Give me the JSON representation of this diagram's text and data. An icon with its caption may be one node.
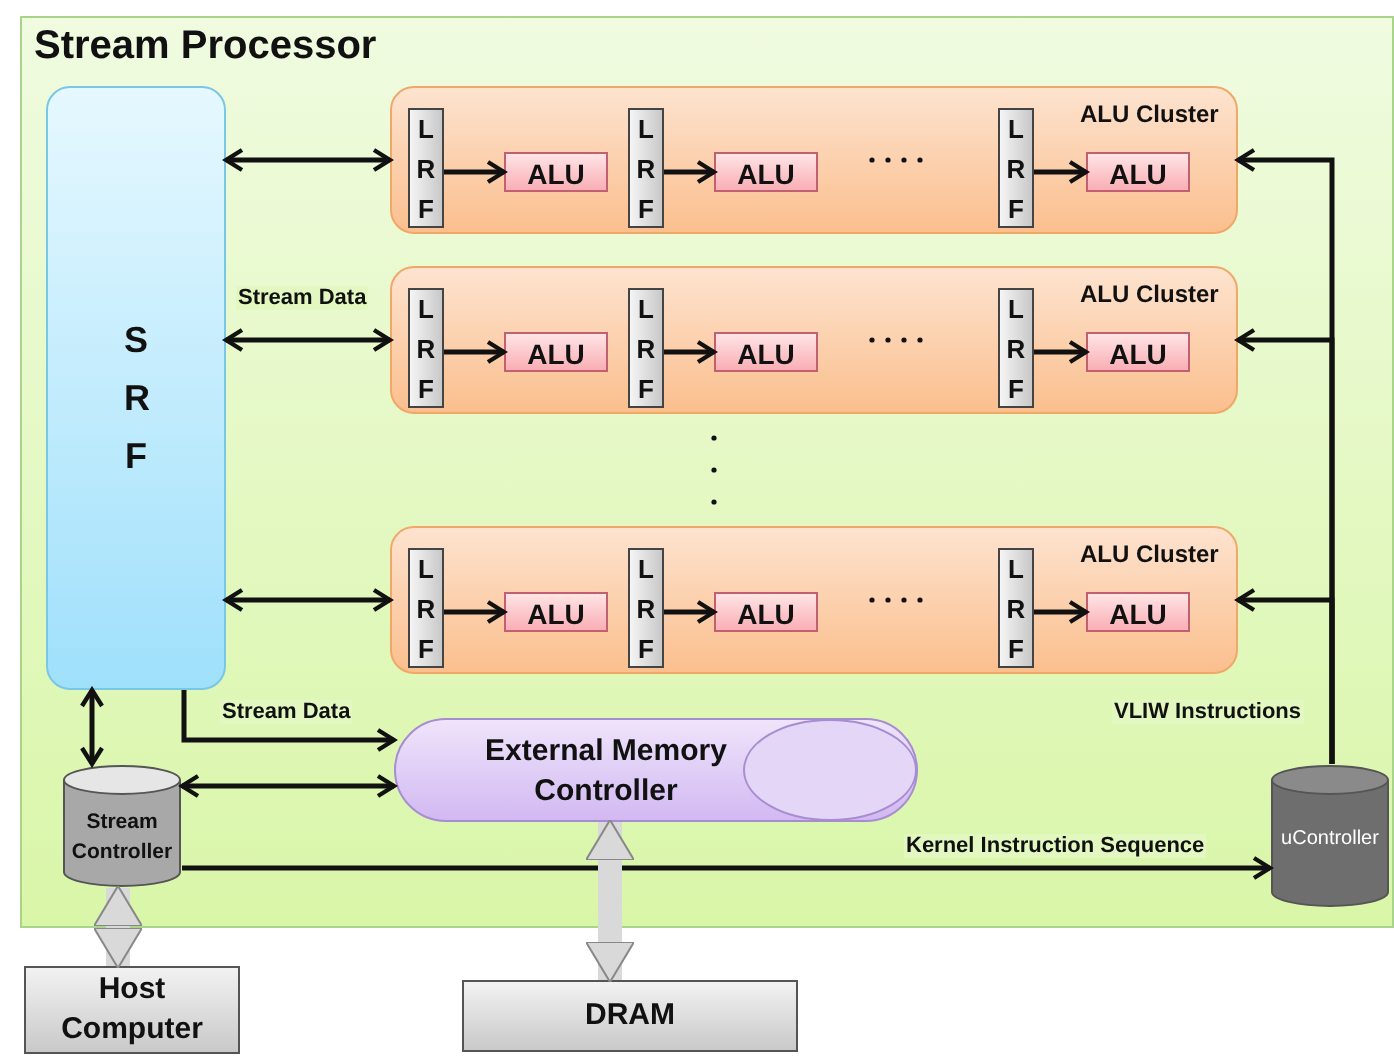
{
  "diagram": {
    "nodes": [
      {
        "text": [
          "Stream Processor"
        ]
      },
      {
        "text": [
          "S R F"
        ],
        "in": 0
      },
      {
        "text": [
          "ALU Cluster"
        ],
        "in": 0
      },
      {
        "text": [
          "L R F"
        ],
        "in": 2
      },
      {
        "text": [
          "ALU"
        ],
        "in": 2
      },
      {
        "text": [
          "L R F"
        ],
        "in": 2
      },
      {
        "text": [
          "ALU"
        ],
        "in": 2
      },
      {
        "text": [
          "L R F"
        ],
        "in": 2
      },
      {
        "text": [
          "ALU"
        ],
        "in": 2
      },
      {
        "text": [
          "ALU Cluster"
        ],
        "in": 0
      },
      {
        "text": [
          "L R F"
        ],
        "in": 9
      },
      {
        "text": [
          "ALU"
        ],
        "in": 9
      },
      {
        "text": [
          "L R F"
        ],
        "in": 9
      },
      {
        "text": [
          "ALU"
        ],
        "in": 9
      },
      {
        "text": [
          "L R F"
        ],
        "in": 9
      },
      {
        "text": [
          "ALU"
        ],
        "in": 9
      },
      {
        "text": [
          "ALU Cluster"
        ],
        "in": 0
      },
      {
        "text": [
          "L R F"
        ],
        "in": 16
      },
      {
        "text": [
          "ALU"
        ],
        "in": 16
      },
      {
        "text": [
          "L R F"
        ],
        "in": 16
      },
      {
        "text": [
          "ALU"
        ],
        "in": 16
      },
      {
        "text": [
          "L R F"
        ],
        "in": 16
      },
      {
        "text": [
          "ALU"
        ],
        "in": 16
      },
      {
        "text": [
          "Stream Controller"
        ],
        "in": 0
      },
      {
        "text": [
          "External Memory Controller"
        ],
        "in": 0
      },
      {
        "text": [
          "uController"
        ],
        "in": 0
      },
      {
        "text": [
          "Host Computer"
        ]
      },
      {
        "text": [
          "DRAM"
        ]
      }
    ],
    "edges": [
      {
        "from": 1,
        "to": 2,
        "arrow": "both"
      },
      {
        "from": 1,
        "to": 9,
        "arrow": "both",
        "label": "Stream Data"
      },
      {
        "from": 1,
        "to": 16,
        "arrow": "both"
      },
      {
        "from": 3,
        "to": 4,
        "arrow": "to"
      },
      {
        "from": 5,
        "to": 6,
        "arrow": "to"
      },
      {
        "from": 7,
        "to": 8,
        "arrow": "to"
      },
      {
        "from": 10,
        "to": 11,
        "arrow": "to"
      },
      {
        "from": 12,
        "to": 13,
        "arrow": "to"
      },
      {
        "from": 14,
        "to": 15,
        "arrow": "to"
      },
      {
        "from": 17,
        "to": 18,
        "arrow": "to"
      },
      {
        "from": 19,
        "to": 20,
        "arrow": "to"
      },
      {
        "from": 21,
        "to": 22,
        "arrow": "to"
      },
      {
        "from": 25,
        "to": 2,
        "arrow": "to"
      },
      {
        "from": 25,
        "to": 9,
        "arrow": "to"
      },
      {
        "from": 25,
        "to": 16,
        "arrow": "to"
      },
      {
        "from": 1,
        "to": 24,
        "arrow": "to",
        "label": "Stream Data"
      },
      {
        "from": 1,
        "to": 23,
        "arrow": "both"
      },
      {
        "from": 23,
        "to": 24,
        "arrow": "both"
      },
      {
        "from": 23,
        "to": 25,
        "arrow": "to",
        "label": "Kernel Instruction Sequence"
      },
      {
        "from": 23,
        "to": 26,
        "arrow": "both",
        "style": "thick",
        "color": "#d9d9d9"
      },
      {
        "from": 24,
        "to": 27,
        "arrow": "both",
        "style": "thick",
        "color": "#d9d9d9"
      }
    ],
    "labels": [
      "VLIW Instructions"
    ]
  }
}
